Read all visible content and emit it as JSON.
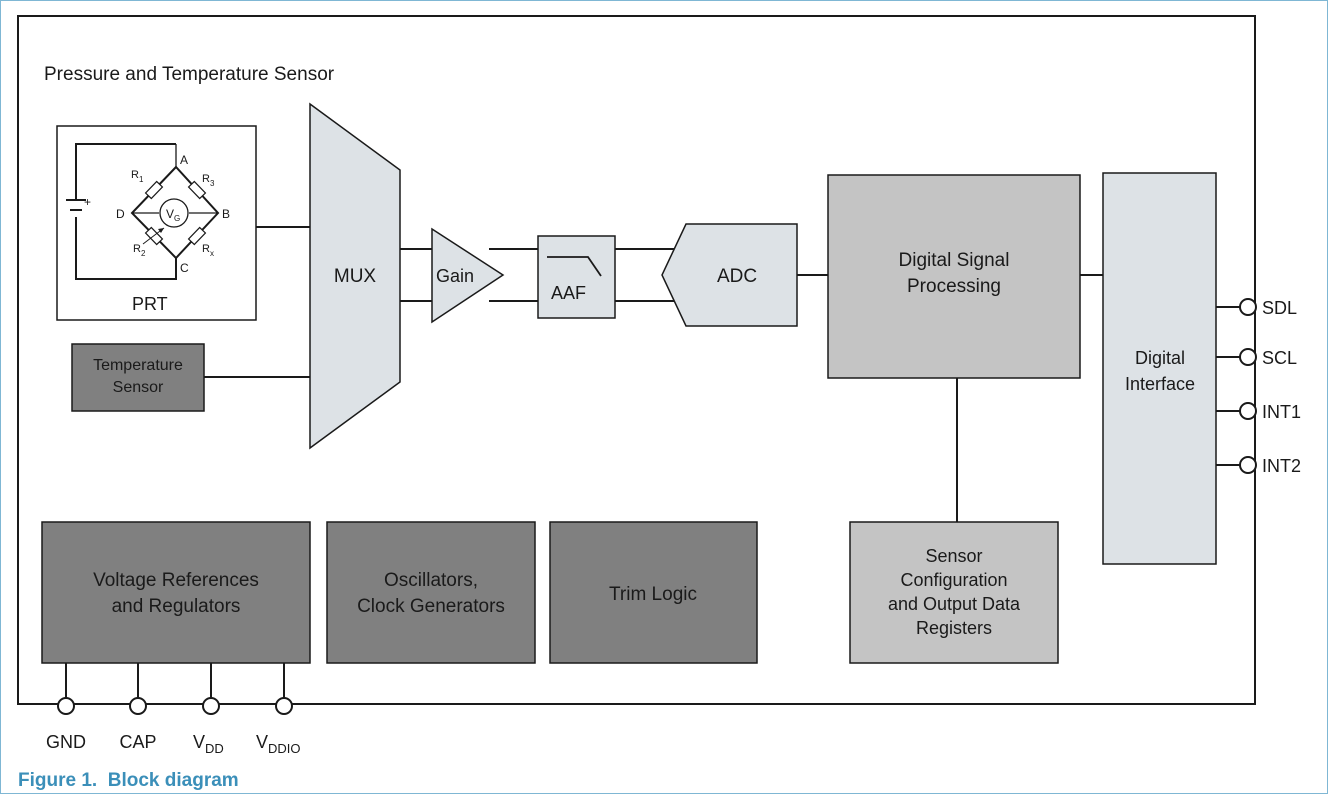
{
  "title": "Pressure and Temperature Sensor",
  "prt": {
    "label": "PRT",
    "nodes": {
      "a": "A",
      "b": "B",
      "c": "C",
      "d": "D"
    },
    "resistors": {
      "r1": "R",
      "r1_sub": "1",
      "r2": "R",
      "r2_sub": "2",
      "r3": "R",
      "r3_sub": "3",
      "rx": "R",
      "rx_sub": "x"
    },
    "meter": "V",
    "meter_sub": "G",
    "battery_plus": "+"
  },
  "temperature_sensor": {
    "line1": "Temperature",
    "line2": "Sensor"
  },
  "mux": "MUX",
  "gain": "Gain",
  "aaf": "AAF",
  "adc": "ADC",
  "dsp": {
    "line1": "Digital Signal",
    "line2": "Processing"
  },
  "digital_interface": {
    "line1": "Digital",
    "line2": "Interface"
  },
  "registers": {
    "line1": "Sensor",
    "line2": "Configuration",
    "line3": "and Output Data",
    "line4": "Registers"
  },
  "voltage_ref": {
    "line1": "Voltage References",
    "line2": "and Regulators"
  },
  "oscillators": {
    "line1": "Oscillators,",
    "line2": "Clock Generators"
  },
  "trim": "Trim Logic",
  "pins_right": [
    "SDL",
    "SCL",
    "INT1",
    "INT2"
  ],
  "pins_bottom": {
    "gnd": "GND",
    "cap": "CAP",
    "vdd": "V",
    "vdd_sub": "DD",
    "vddio": "V",
    "vddio_sub": "DDIO"
  },
  "caption": "Figure 1.  Block diagram",
  "colors": {
    "dark_block": "#808080",
    "mid_block": "#a6a6a6",
    "light_block": "#c4c4c4",
    "pale_block": "#dde2e6",
    "caption": "#3b8fb9",
    "frame_border": "#7fb7d4"
  }
}
